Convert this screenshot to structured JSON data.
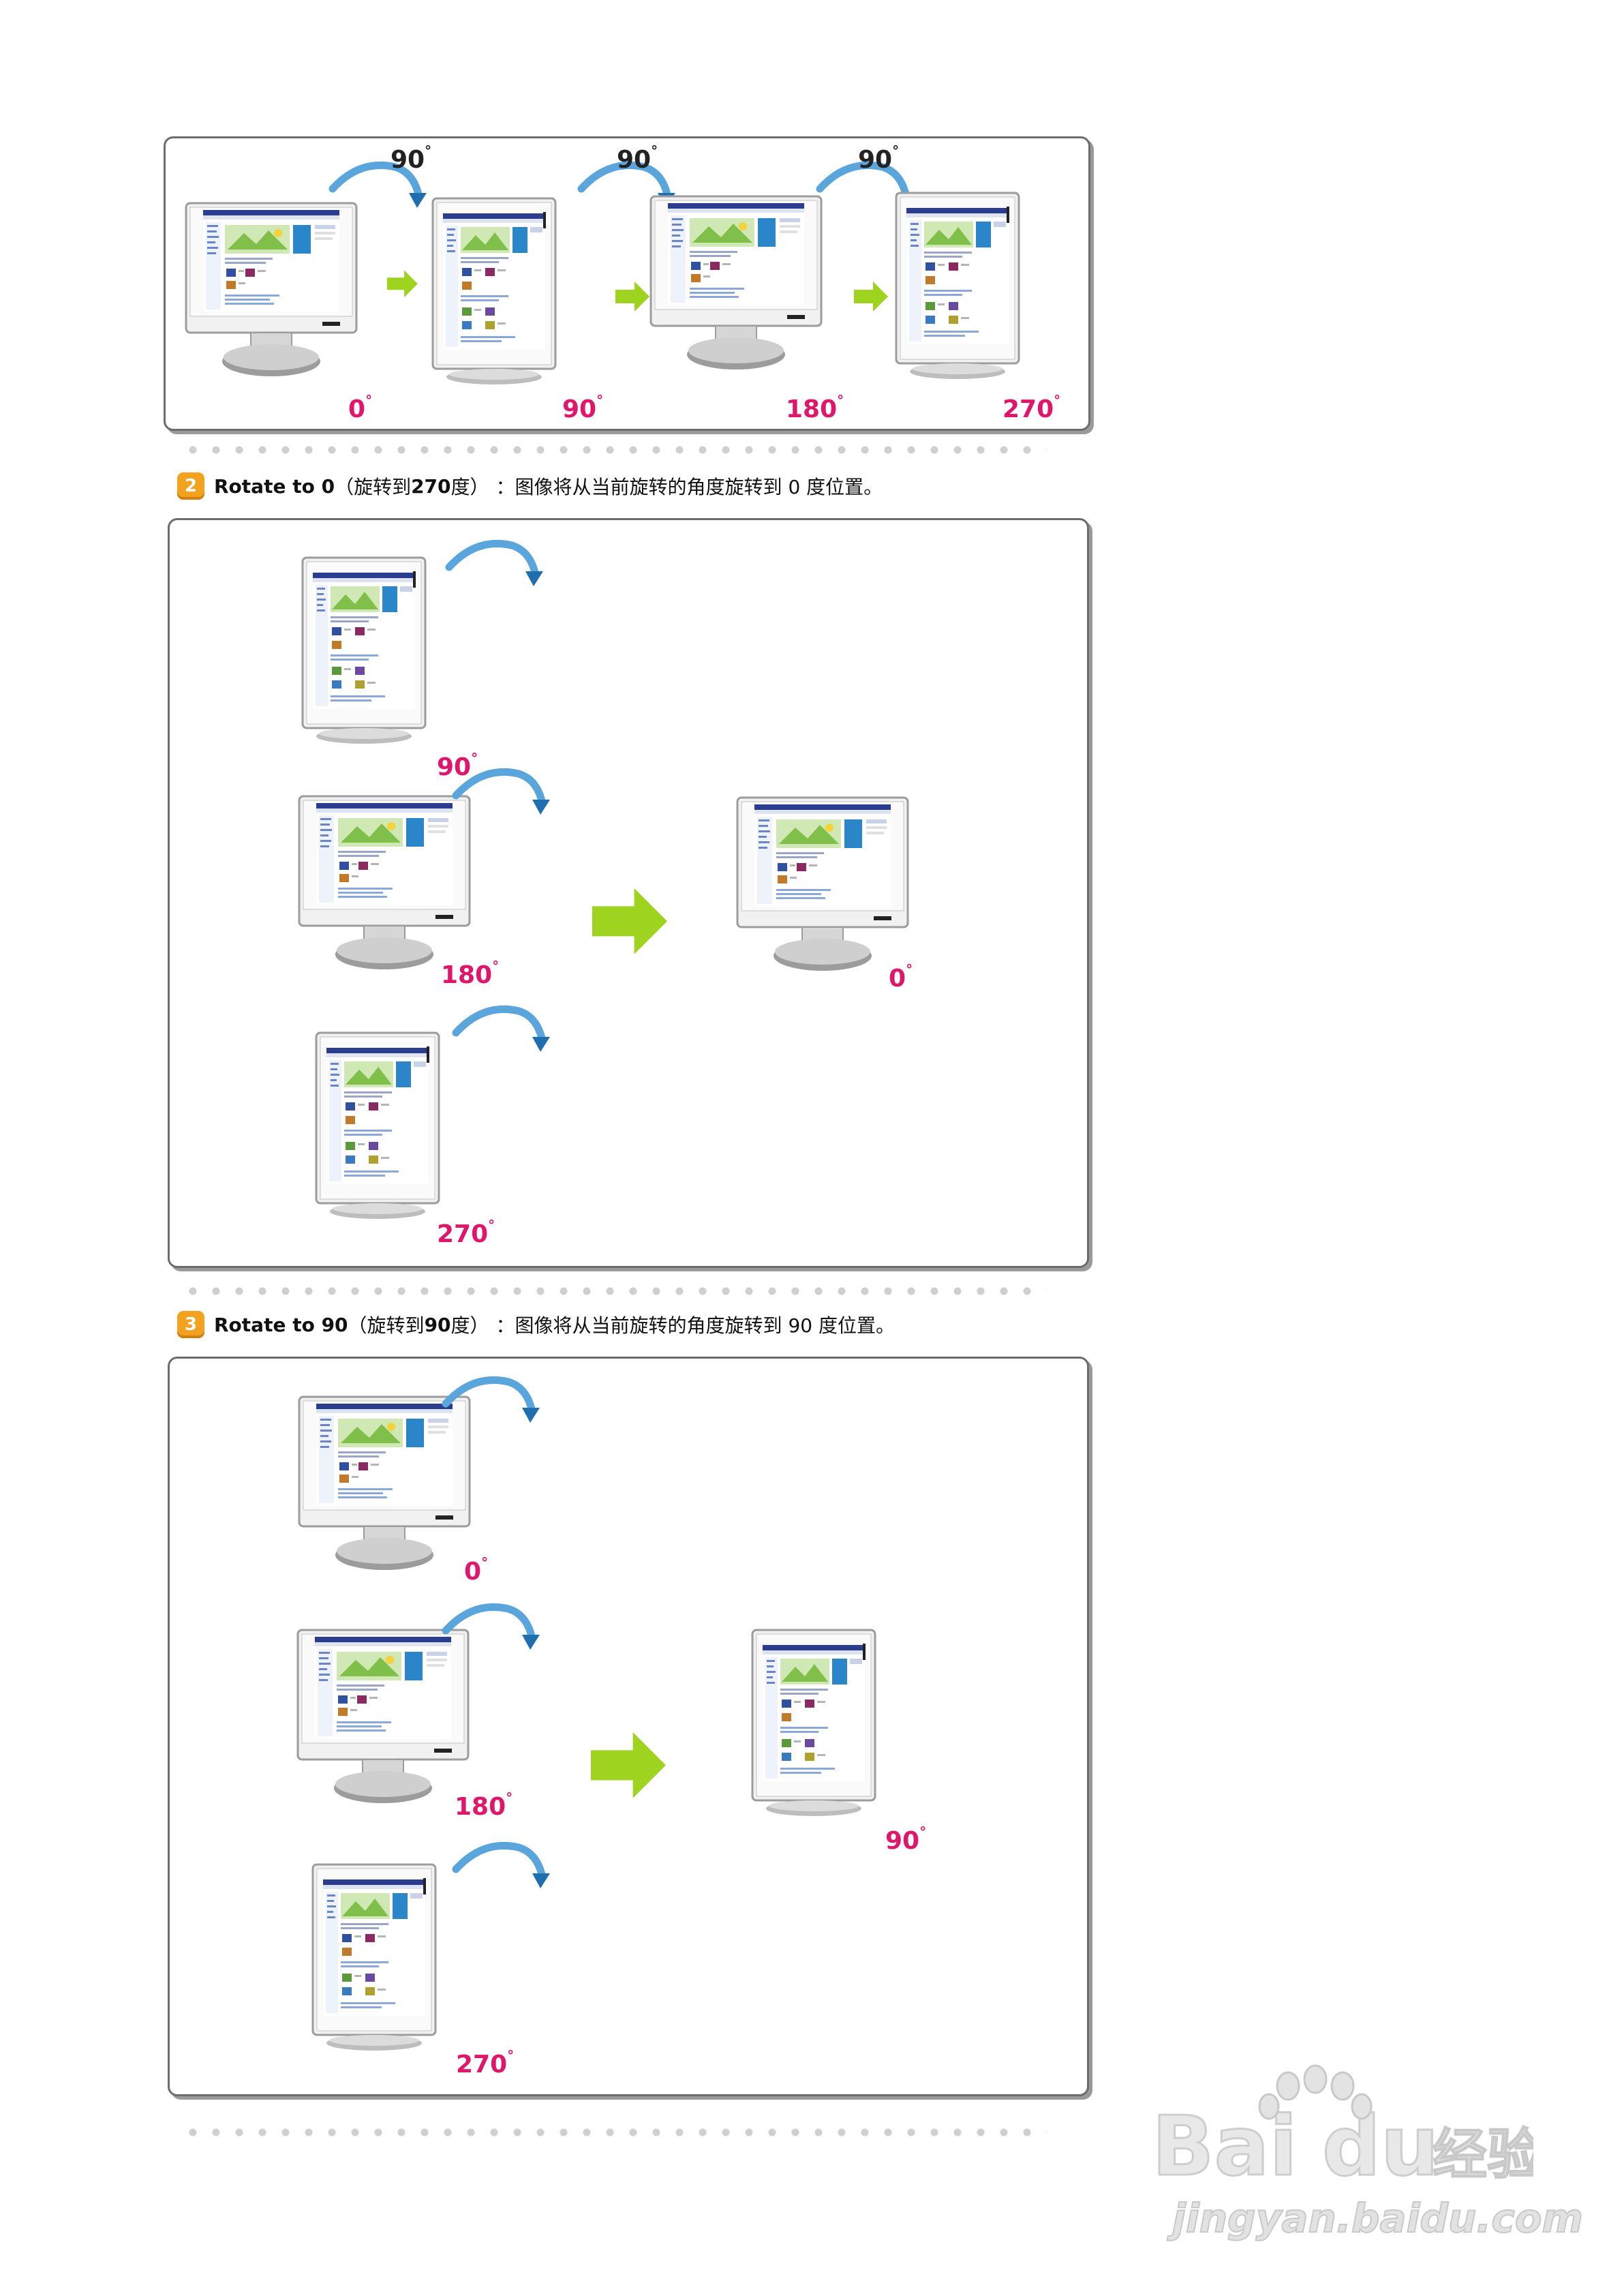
{
  "top_row": {
    "angles": [
      "90",
      "90",
      "90"
    ],
    "monitor_labels": [
      "0",
      "90",
      "180",
      "270"
    ]
  },
  "section2": {
    "step": "2",
    "title_en": "Rotate to 0",
    "paren_open": "（旋转到 ",
    "paren_num": "270",
    "paren_close": " 度）",
    "description": "：图像将从当前旋转的角度旋转到 0 度位置。",
    "labels": [
      "90",
      "180",
      "270",
      "0"
    ]
  },
  "section3": {
    "step": "3",
    "title_en": "Rotate to 90",
    "paren_open": "（旋转到 ",
    "paren_num": "90",
    "paren_close": " 度）",
    "description": "：图像将从当前旋转的角度旋转到 90 度位置。",
    "labels": [
      "0",
      "180",
      "270",
      "90"
    ]
  },
  "watermark": {
    "brand": "Bai du 经验",
    "url": "jingyan.baidu.com"
  },
  "colors": {
    "accent_pink": "#e0166b",
    "arrow_green": "#9ed31f",
    "badge_orange": "#f2a21f"
  }
}
